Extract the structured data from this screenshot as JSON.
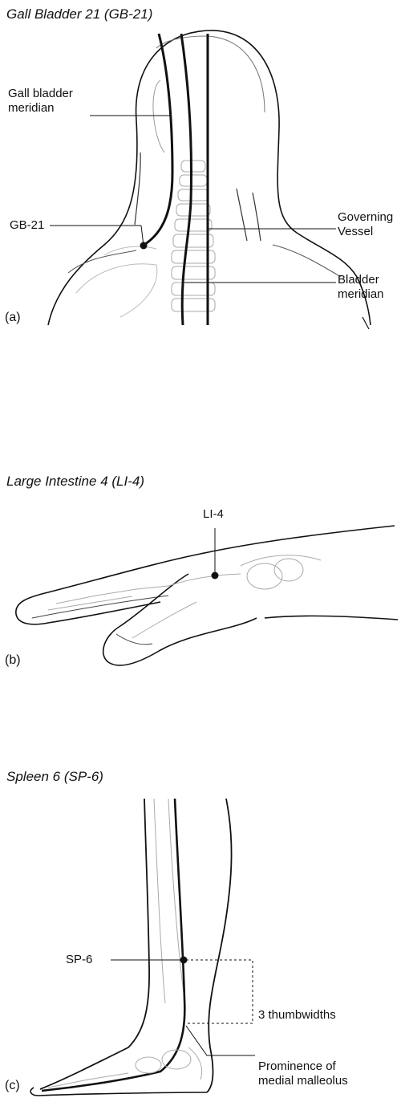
{
  "panels": {
    "a": {
      "title": "Gall Bladder 21 (GB-21)",
      "letter": "(a)",
      "labels": {
        "gb_meridian_1": "Gall bladder",
        "gb_meridian_2": "meridian",
        "gb21": "GB-21",
        "gov_1": "Governing",
        "gov_2": "Vessel",
        "bladder_1": "Bladder",
        "bladder_2": "meridian"
      }
    },
    "b": {
      "title": "Large Intestine 4 (LI-4)",
      "letter": "(b)",
      "labels": {
        "li4": "LI-4"
      }
    },
    "c": {
      "title": "Spleen 6 (SP-6)",
      "letter": "(c)",
      "labels": {
        "sp6": "SP-6",
        "thumb": "3 thumbwidths",
        "malleolus_1": "Prominence of",
        "malleolus_2": "medial malleolus"
      }
    }
  }
}
